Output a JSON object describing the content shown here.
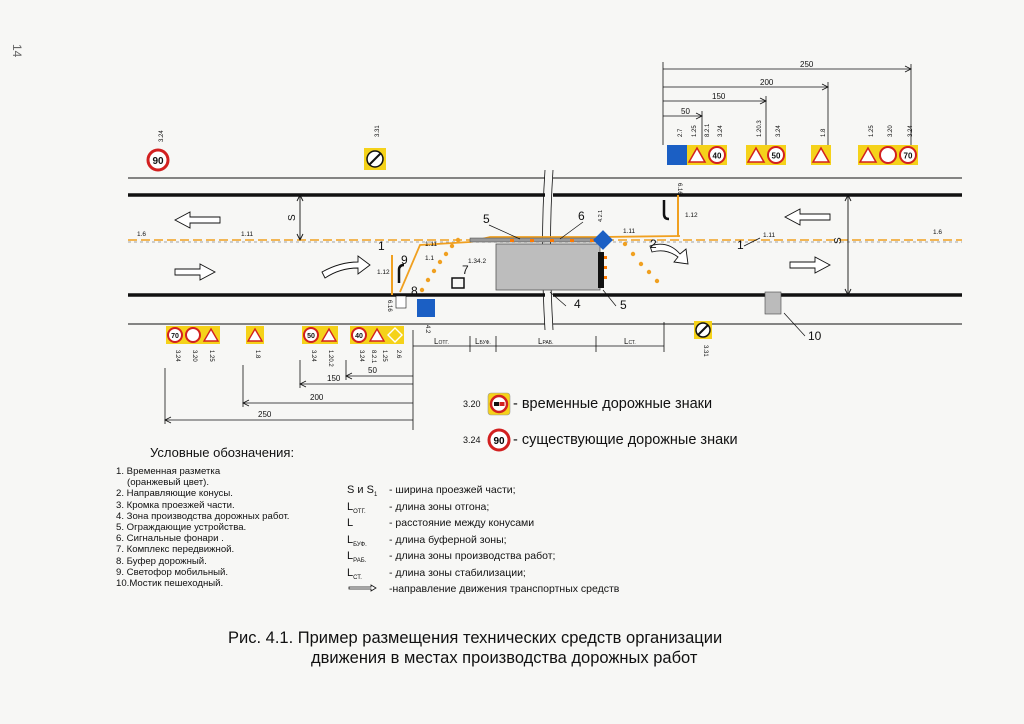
{
  "page_number": "14",
  "labels": {
    "s": "S",
    "s1": "S",
    "marking_1_6": "1.6",
    "marking_1_11": "1.11",
    "marking_1_12": "1.12",
    "n1": "1",
    "n2": "2",
    "n4": "4",
    "n5": "5",
    "n6": "6",
    "n7": "7",
    "n8": "8",
    "n9": "9",
    "n10": "10",
    "c_1_11": "1.11",
    "c_1_1": "1.1",
    "c_1_34_2": "1.34.2",
    "c_4_2_1": "4.2.1",
    "c_6_16": "6.16",
    "c_4_2": "4.2",
    "l_otg": "L",
    "l_otg_sub": "ОТГ.",
    "l_buf": "L",
    "l_buf_sub": "БУФ.",
    "l_rab": "L",
    "l_rab_sub": "РАБ.",
    "l_st": "L",
    "l_st_sub": "СТ."
  },
  "top_signs": {
    "existing_left": {
      "code": "3.24",
      "value": "90"
    },
    "existing_mid": {
      "code": "3.31"
    },
    "group_a": {
      "codes": [
        "2.7",
        "1.25",
        "8.2.1",
        "3.24"
      ],
      "value": "40"
    },
    "group_b": {
      "codes": [
        "1.20.3",
        "3.24"
      ],
      "value": "50"
    },
    "group_c": {
      "code": "1.8"
    },
    "group_d": {
      "codes": [
        "1.25",
        "3.20",
        "3.24"
      ],
      "value": "70"
    }
  },
  "bottom_signs": {
    "group_d": {
      "codes": [
        "3.24",
        "3.20",
        "1.25"
      ],
      "value": "70"
    },
    "group_c": {
      "code": "1.8"
    },
    "group_b": {
      "codes": [
        "3.24",
        "1.20.2"
      ],
      "value": "50"
    },
    "group_a": {
      "codes": [
        "3.24",
        "8.2.1",
        "1.25",
        "2.6"
      ],
      "value": "40"
    },
    "existing_right": {
      "code": "3.31"
    }
  },
  "dims_top": [
    "250",
    "200",
    "150",
    "50"
  ],
  "dims_bottom": [
    "150",
    "50",
    "200",
    "250"
  ],
  "temp_legend": {
    "code": "3.20",
    "text": "- временные дорожные знаки"
  },
  "exist_legend": {
    "code": "3.24",
    "value": "90",
    "text": "- существующие дорожные знаки"
  },
  "legend": {
    "title": "Условные обозначения:",
    "items": [
      "1. Временная разметка",
      "(оранжевый цвет).",
      "2. Направляющие конусы.",
      "3. Кромка проезжей части.",
      "4. Зона производства дорожных работ.",
      "5. Ограждающие устройства.",
      "6. Сигнальные фонари .",
      "7. Комплекс передвижной.",
      "8. Буфер дорожный.",
      "9. Светофор мобильный.",
      "10.Мостик пешеходный."
    ]
  },
  "definitions": [
    {
      "sym": "S и S",
      "sub": "1",
      "text": "- ширина проезжей части;"
    },
    {
      "sym": "L",
      "sub": "ОТГ.",
      "text": "- длина зоны отгона;"
    },
    {
      "sym": "L",
      "sub": "",
      "text": "- расстояние между конусами"
    },
    {
      "sym": "L",
      "sub": "БУФ.",
      "text": "- длина буферной зоны;"
    },
    {
      "sym": "L",
      "sub": "РАБ.",
      "text": "- длина зоны производства работ;"
    },
    {
      "sym": "L",
      "sub": "СТ.",
      "text": "- длина зоны стабилизации;"
    },
    {
      "sym": "",
      "sub": "",
      "text": "-направление движения транспортных средств"
    }
  ],
  "caption": {
    "line1": "Рис. 4.1. Пример размещения технических средств организации",
    "line2": "движения в местах производства дорожных работ"
  },
  "colors": {
    "sign_yellow": "#f5d21a",
    "marking_orange": "#f0a020",
    "sign_red": "#d22020",
    "sign_blue": "#1b5fc4",
    "road_line": "#111111",
    "work_zone": "#bdbdbd"
  }
}
